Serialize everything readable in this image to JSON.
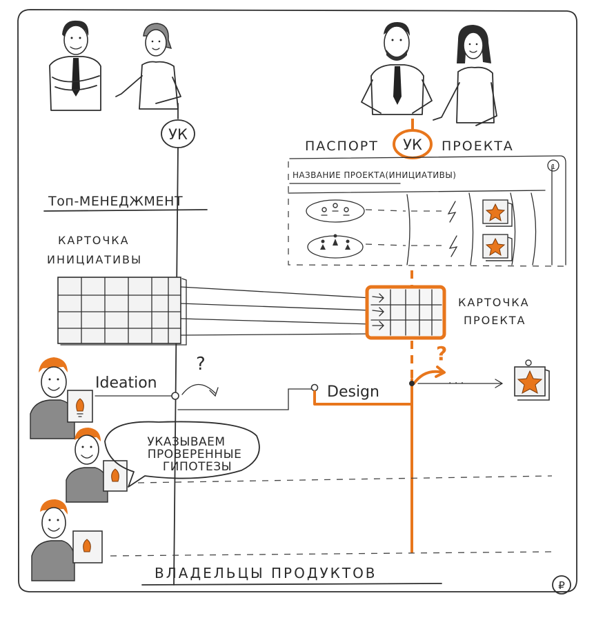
{
  "labels": {
    "uk_left": "УК",
    "top_management": "Топ-МЕНЕДЖМЕНТ",
    "initiative_card_line1": "КАРТОЧКА",
    "initiative_card_line2": "ИНИЦИАТИВЫ",
    "passport_pre": "ПАСПОРТ",
    "passport_uk": "УК",
    "passport_post": "ПРОЕКТА",
    "project_name": "НАЗВАНИЕ ПРОЕКТА(ИНИЦИАТИВЫ)",
    "page_badge": "1",
    "project_card_line1": "КАРТОЧКА",
    "project_card_line2": "ПРОЕКТА",
    "ideation": "Ideation",
    "question_left": "?",
    "design": "Design",
    "question_right": "?",
    "ellipsis": "· · ·",
    "bubble_line1": "УКАЗЫВАЕМ",
    "bubble_line2": "ПРОВЕРЕННЫЕ",
    "bubble_line3": "ГИПОТЕЗЫ",
    "product_owners": "ВЛАДЕЛЬЦЫ ПРОДУКТОВ",
    "corner_badge": "₽"
  },
  "colors": {
    "accent": "#e8761c",
    "ink": "#2d2d2d",
    "background": "#ffffff"
  }
}
